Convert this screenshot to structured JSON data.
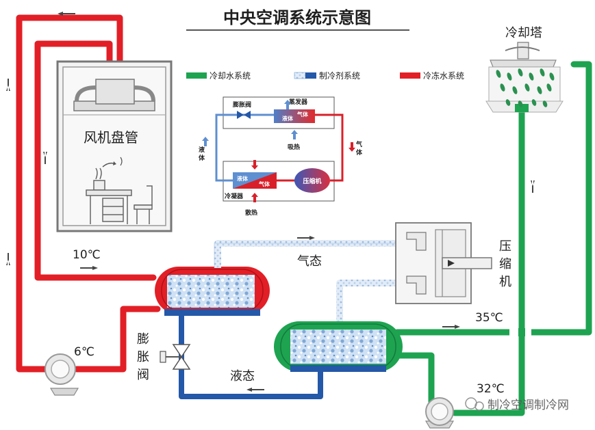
{
  "title": "中央空调系统示意图",
  "legend": {
    "cooling_water": "冷却水系统",
    "refrigerant": "制冷剂系统",
    "chilled_water": "冷冻水系统"
  },
  "inset": {
    "evaporator": "蒸发器",
    "expansion_valve": "膨胀阀",
    "gas_top": "气体",
    "liquid_top": "液体",
    "absorb_heat": "吸热",
    "liquid_side": [
      "液",
      "体"
    ],
    "gas_side": [
      "气",
      "体"
    ],
    "liquid_bottom": "液体",
    "gas_bottom": "气体",
    "compressor": "压缩机",
    "condenser": "冷凝器",
    "release_heat": "散热"
  },
  "labels": {
    "fan_coil": "风机盘管",
    "cooling_tower": "冷却塔",
    "temp_10": "10℃",
    "temp_6": "6℃",
    "temp_35": "35℃",
    "temp_32": "32℃",
    "gas_state": "气态",
    "liquid_state": "液态",
    "expansion_valve_chars": [
      "膨",
      "胀",
      "阀"
    ],
    "compressor_chars": [
      "压",
      "缩",
      "机"
    ]
  },
  "watermark": "制冷空调制冷网",
  "colors": {
    "chilled": "#e21f26",
    "cooling": "#1ea351",
    "refrigerant": "#2458a8",
    "refrigerant_light": "#8fb5de",
    "room": "#777777"
  }
}
